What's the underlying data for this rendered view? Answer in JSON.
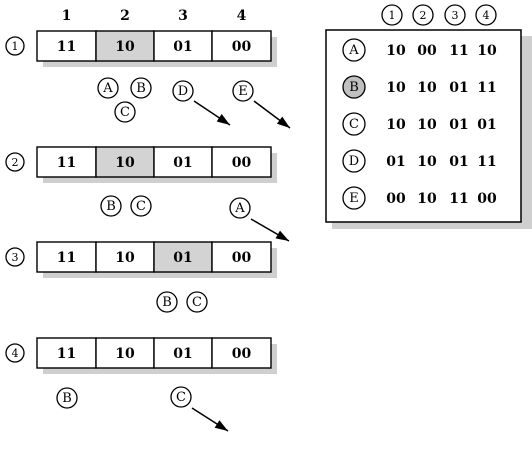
{
  "column_headers": [
    "1",
    "2",
    "3",
    "4"
  ],
  "rows": [
    {
      "label": "1",
      "cells": [
        "11",
        "10",
        "01",
        "00"
      ],
      "highlight": 1,
      "markers": [
        {
          "id": "A",
          "arrow": false
        },
        {
          "id": "B",
          "arrow": false
        },
        {
          "id": "C",
          "arrow": false
        },
        {
          "id": "D",
          "arrow": true
        },
        {
          "id": "E",
          "arrow": true
        }
      ]
    },
    {
      "label": "2",
      "cells": [
        "11",
        "10",
        "01",
        "00"
      ],
      "highlight": 1,
      "markers": [
        {
          "id": "B",
          "arrow": false
        },
        {
          "id": "C",
          "arrow": false
        },
        {
          "id": "A",
          "arrow": true
        }
      ]
    },
    {
      "label": "3",
      "cells": [
        "11",
        "10",
        "01",
        "00"
      ],
      "highlight": 2,
      "markers": [
        {
          "id": "B",
          "arrow": false
        },
        {
          "id": "C",
          "arrow": false
        }
      ]
    },
    {
      "label": "4",
      "cells": [
        "11",
        "10",
        "01",
        "00"
      ],
      "highlight": null,
      "markers": [
        {
          "id": "B",
          "arrow": false
        },
        {
          "id": "C",
          "arrow": true
        }
      ]
    }
  ],
  "legend": {
    "headers": [
      "1",
      "2",
      "3",
      "4"
    ],
    "entries": [
      {
        "id": "A",
        "codes": [
          "10",
          "00",
          "11",
          "10"
        ],
        "filled": false
      },
      {
        "id": "B",
        "codes": [
          "10",
          "10",
          "01",
          "11"
        ],
        "filled": true
      },
      {
        "id": "C",
        "codes": [
          "10",
          "10",
          "01",
          "01"
        ],
        "filled": false
      },
      {
        "id": "D",
        "codes": [
          "01",
          "10",
          "01",
          "11"
        ],
        "filled": false
      },
      {
        "id": "E",
        "codes": [
          "00",
          "10",
          "11",
          "00"
        ],
        "filled": false
      }
    ]
  },
  "colors": {
    "highlight": "#d3d3d3",
    "shadow": "#cfcfcf",
    "stroke": "#000000",
    "background": "#ffffff"
  }
}
